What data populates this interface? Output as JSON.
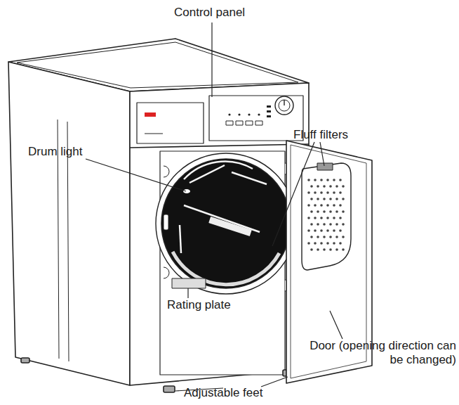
{
  "diagram": {
    "labels": [
      "Control panel",
      "Fluff filters",
      "Drum light",
      "Rating plate",
      "Door (opening direction can be changed)",
      "Adjustable feet"
    ]
  }
}
